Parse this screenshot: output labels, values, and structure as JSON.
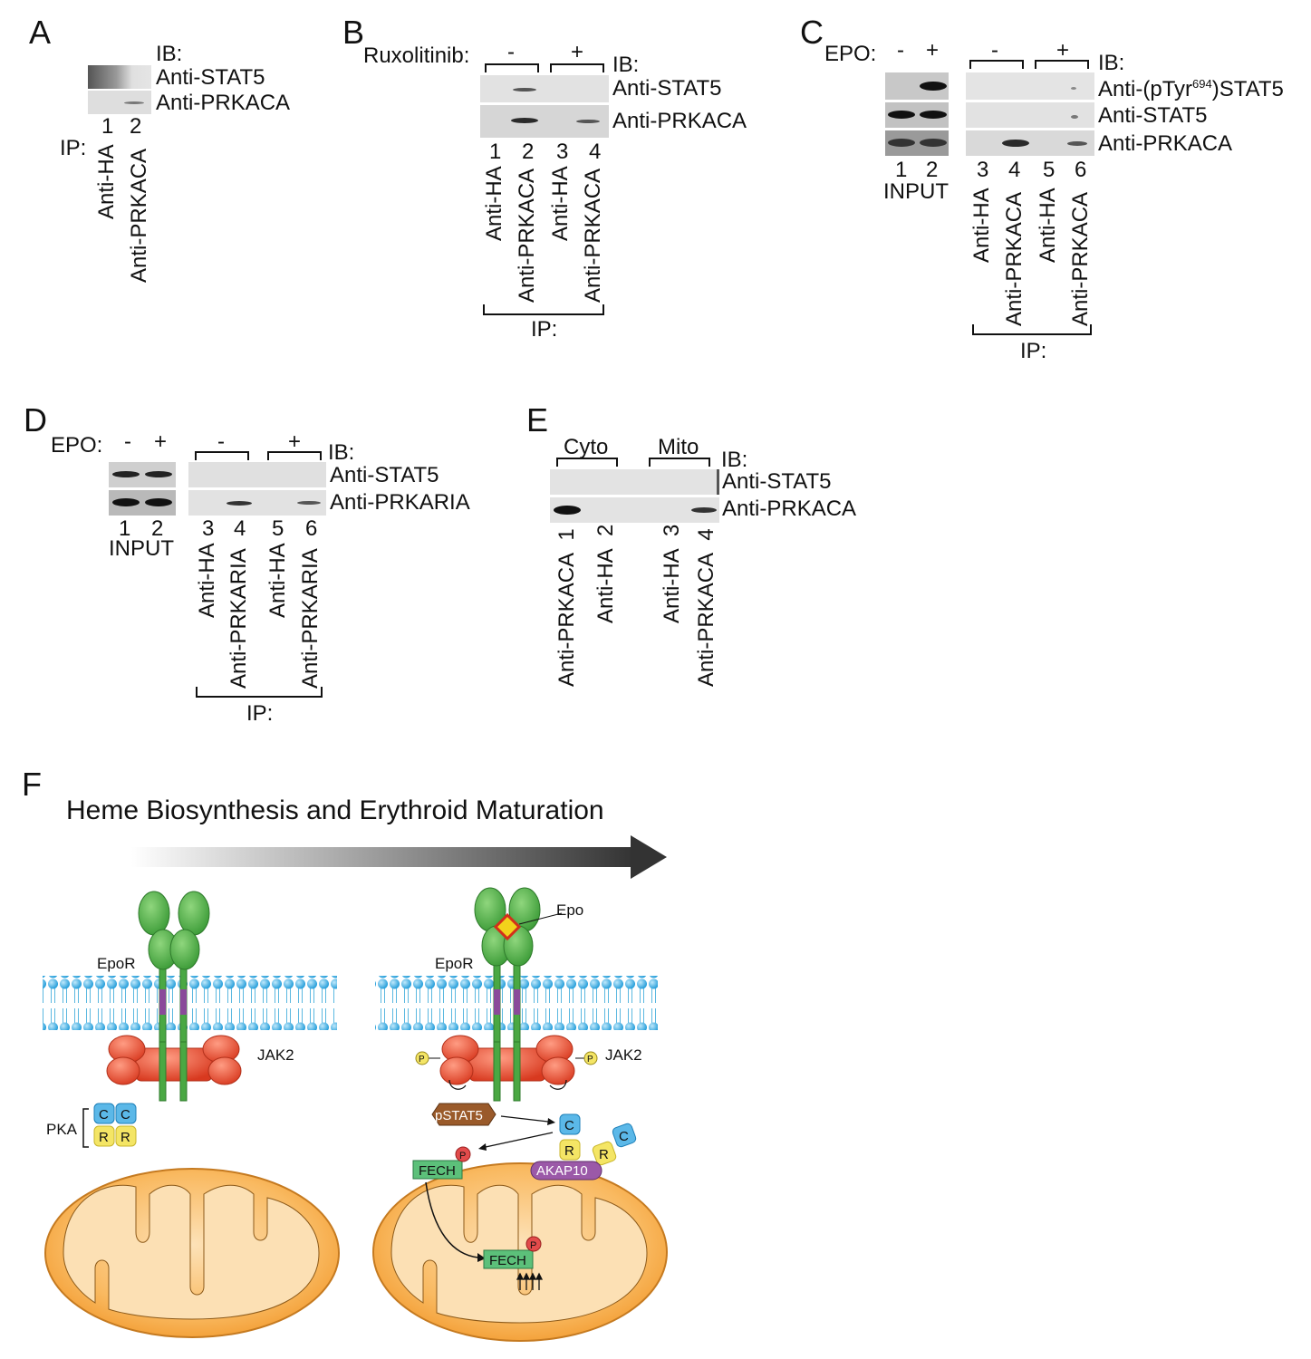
{
  "panels": {
    "A": {
      "label": "A",
      "ib": "IB:",
      "rows": [
        "Anti-STAT5",
        "Anti-PRKACA"
      ],
      "lanes": [
        "1",
        "2"
      ],
      "ip": "IP:",
      "lane_labels": [
        "Anti-HA",
        "Anti-PRKACA"
      ]
    },
    "B": {
      "label": "B",
      "treatment": "Ruxolitinib:",
      "signs": [
        "-",
        "+"
      ],
      "ib": "IB:",
      "rows": [
        "Anti-STAT5",
        "Anti-PRKACA"
      ],
      "lanes": [
        "1",
        "2",
        "3",
        "4"
      ],
      "lane_labels": [
        "Anti-HA",
        "Anti-PRKACA",
        "Anti-HA",
        "Anti-PRKACA"
      ],
      "ip": "IP:"
    },
    "C": {
      "label": "C",
      "treatment": "EPO:",
      "input_signs": [
        "-",
        "+"
      ],
      "ip_signs": [
        "-",
        "+"
      ],
      "ib": "IB:",
      "rows": [
        "Anti-(pTyr",
        "694",
        ")STAT5",
        "Anti-STAT5",
        "Anti-PRKACA"
      ],
      "lanes": [
        "1",
        "2",
        "3",
        "4",
        "5",
        "6"
      ],
      "input": "INPUT",
      "lane_labels": [
        "Anti-HA",
        "Anti-PRKACA",
        "Anti-HA",
        "Anti-PRKACA"
      ],
      "ip": "IP:"
    },
    "D": {
      "label": "D",
      "treatment": "EPO:",
      "input_signs": [
        "-",
        "+"
      ],
      "ip_signs": [
        "-",
        "+"
      ],
      "ib": "IB:",
      "rows": [
        "Anti-STAT5",
        "Anti-PRKARIA"
      ],
      "lanes": [
        "1",
        "2",
        "3",
        "4",
        "5",
        "6"
      ],
      "input": "INPUT",
      "lane_labels": [
        "Anti-HA",
        "Anti-PRKARIA",
        "Anti-HA",
        "Anti-PRKARIA"
      ],
      "ip": "IP:"
    },
    "E": {
      "label": "E",
      "groups": [
        "Cyto",
        "Mito"
      ],
      "ib": "IB:",
      "rows": [
        "Anti-STAT5",
        "Anti-PRKACA"
      ],
      "lanes": [
        "1",
        "2",
        "3",
        "4"
      ],
      "lane_labels": [
        "Anti-PRKACA",
        "Anti-HA",
        "Anti-HA",
        "Anti-PRKACA"
      ]
    },
    "F": {
      "label": "F",
      "title": "Heme Biosynthesis and Erythroid Maturation",
      "labels": {
        "epor": "EpoR",
        "jak2": "JAK2",
        "epo": "Epo",
        "pka": "PKA",
        "c": "C",
        "r": "R",
        "p": "P",
        "pstat5": "pSTAT5",
        "fech": "FECH",
        "akap10": "AKAP10"
      },
      "colors": {
        "receptor": "#4aa843",
        "jak2": "#e8503a",
        "mitochondrion": "#f7a83a",
        "membrane": "#29a8e0",
        "pka_c": "#5bb8e8",
        "pka_r": "#f4e565",
        "fech": "#5cc07a",
        "akap10": "#9b59a8",
        "pstat5": "#9a5a2a",
        "phospho": "#e24b4b",
        "epo": "#f2d21b"
      }
    }
  }
}
